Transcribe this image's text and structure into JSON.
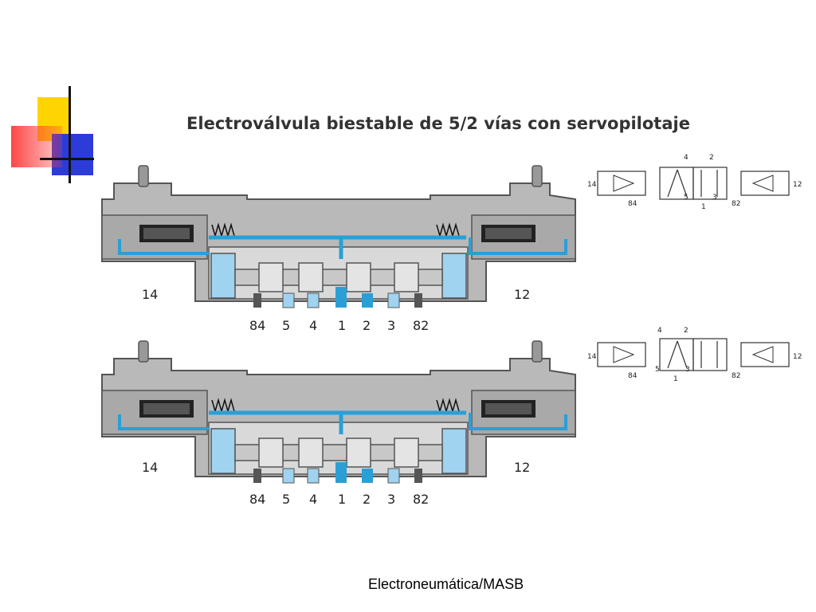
{
  "slide": {
    "title": "Electroválvula biestable de 5/2 vías con servopilotaje",
    "footer": "Electroneumática/MASB"
  },
  "colors": {
    "body_gray": "#b9b9b9",
    "dark_gray": "#7a7a7a",
    "air_blue": "#2a9fd6",
    "light_blue": "#9fd3ef",
    "deco_yellow": "#ffd400",
    "deco_red": "#ff3c3c",
    "deco_blue": "#2b3cd8"
  },
  "valves": [
    {
      "id": "top",
      "side_left": "14",
      "side_right": "12",
      "ports": [
        "84",
        "5",
        "4",
        "1",
        "2",
        "3",
        "82"
      ],
      "symbol": {
        "left": "14",
        "right": "12",
        "top_ports": [
          "4",
          "2"
        ],
        "bottom_ports": [
          "84",
          "5",
          "1",
          "3",
          "82"
        ]
      }
    },
    {
      "id": "bottom",
      "side_left": "14",
      "side_right": "12",
      "ports": [
        "84",
        "5",
        "4",
        "1",
        "2",
        "3",
        "82"
      ],
      "symbol": {
        "left": "14",
        "right": "12",
        "top_ports": [
          "4",
          "2"
        ],
        "bottom_ports": [
          "84",
          "5",
          "1",
          "3",
          "82"
        ]
      }
    }
  ]
}
